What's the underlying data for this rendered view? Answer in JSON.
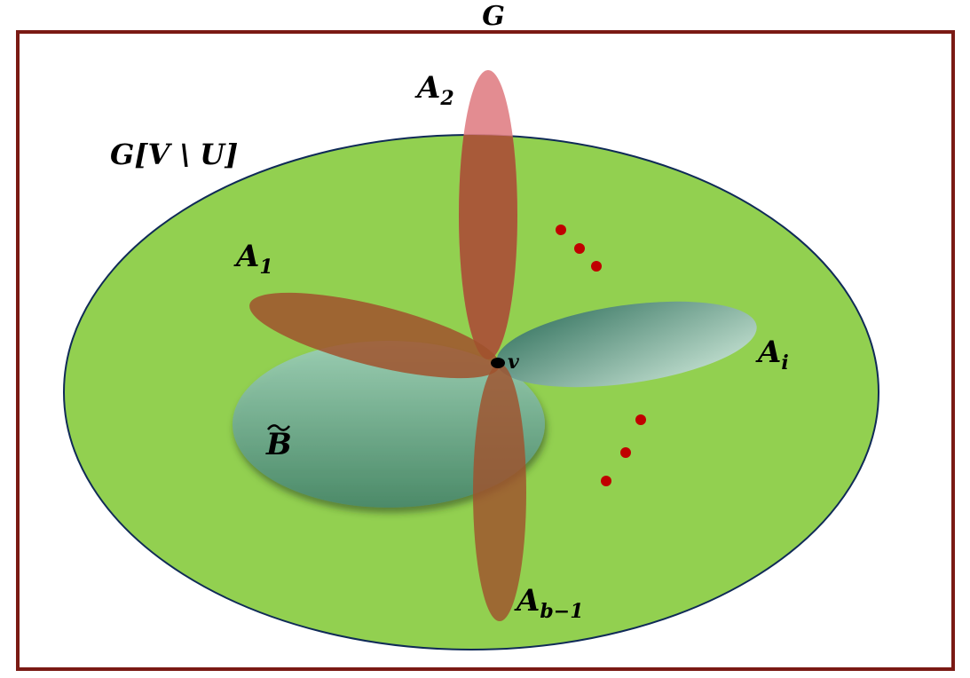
{
  "labels": {
    "outer_graph": "G",
    "subgraph": "G[V \\ U]",
    "a1_main": "A",
    "a1_sub": "1",
    "a2_main": "A",
    "a2_sub": "2",
    "ai_main": "A",
    "ai_sub": "i",
    "ab_main": "A",
    "ab_sub": "b−1",
    "b_tilde": "B",
    "vertex": "v"
  },
  "colors": {
    "frame": "#7a1a14",
    "subgraph_fill": "#92d050",
    "subgraph_stroke": "#0f2a57",
    "petal_brown": "#a0522d",
    "petal_pink": "#e07f85",
    "b_tilde_top": "#9ccfb6",
    "b_tilde_bottom": "#4a8a6a",
    "ai_dark": "#2f6e60",
    "ai_light": "#cfe8df",
    "dots": "#c00000",
    "vertex": "#000000"
  }
}
